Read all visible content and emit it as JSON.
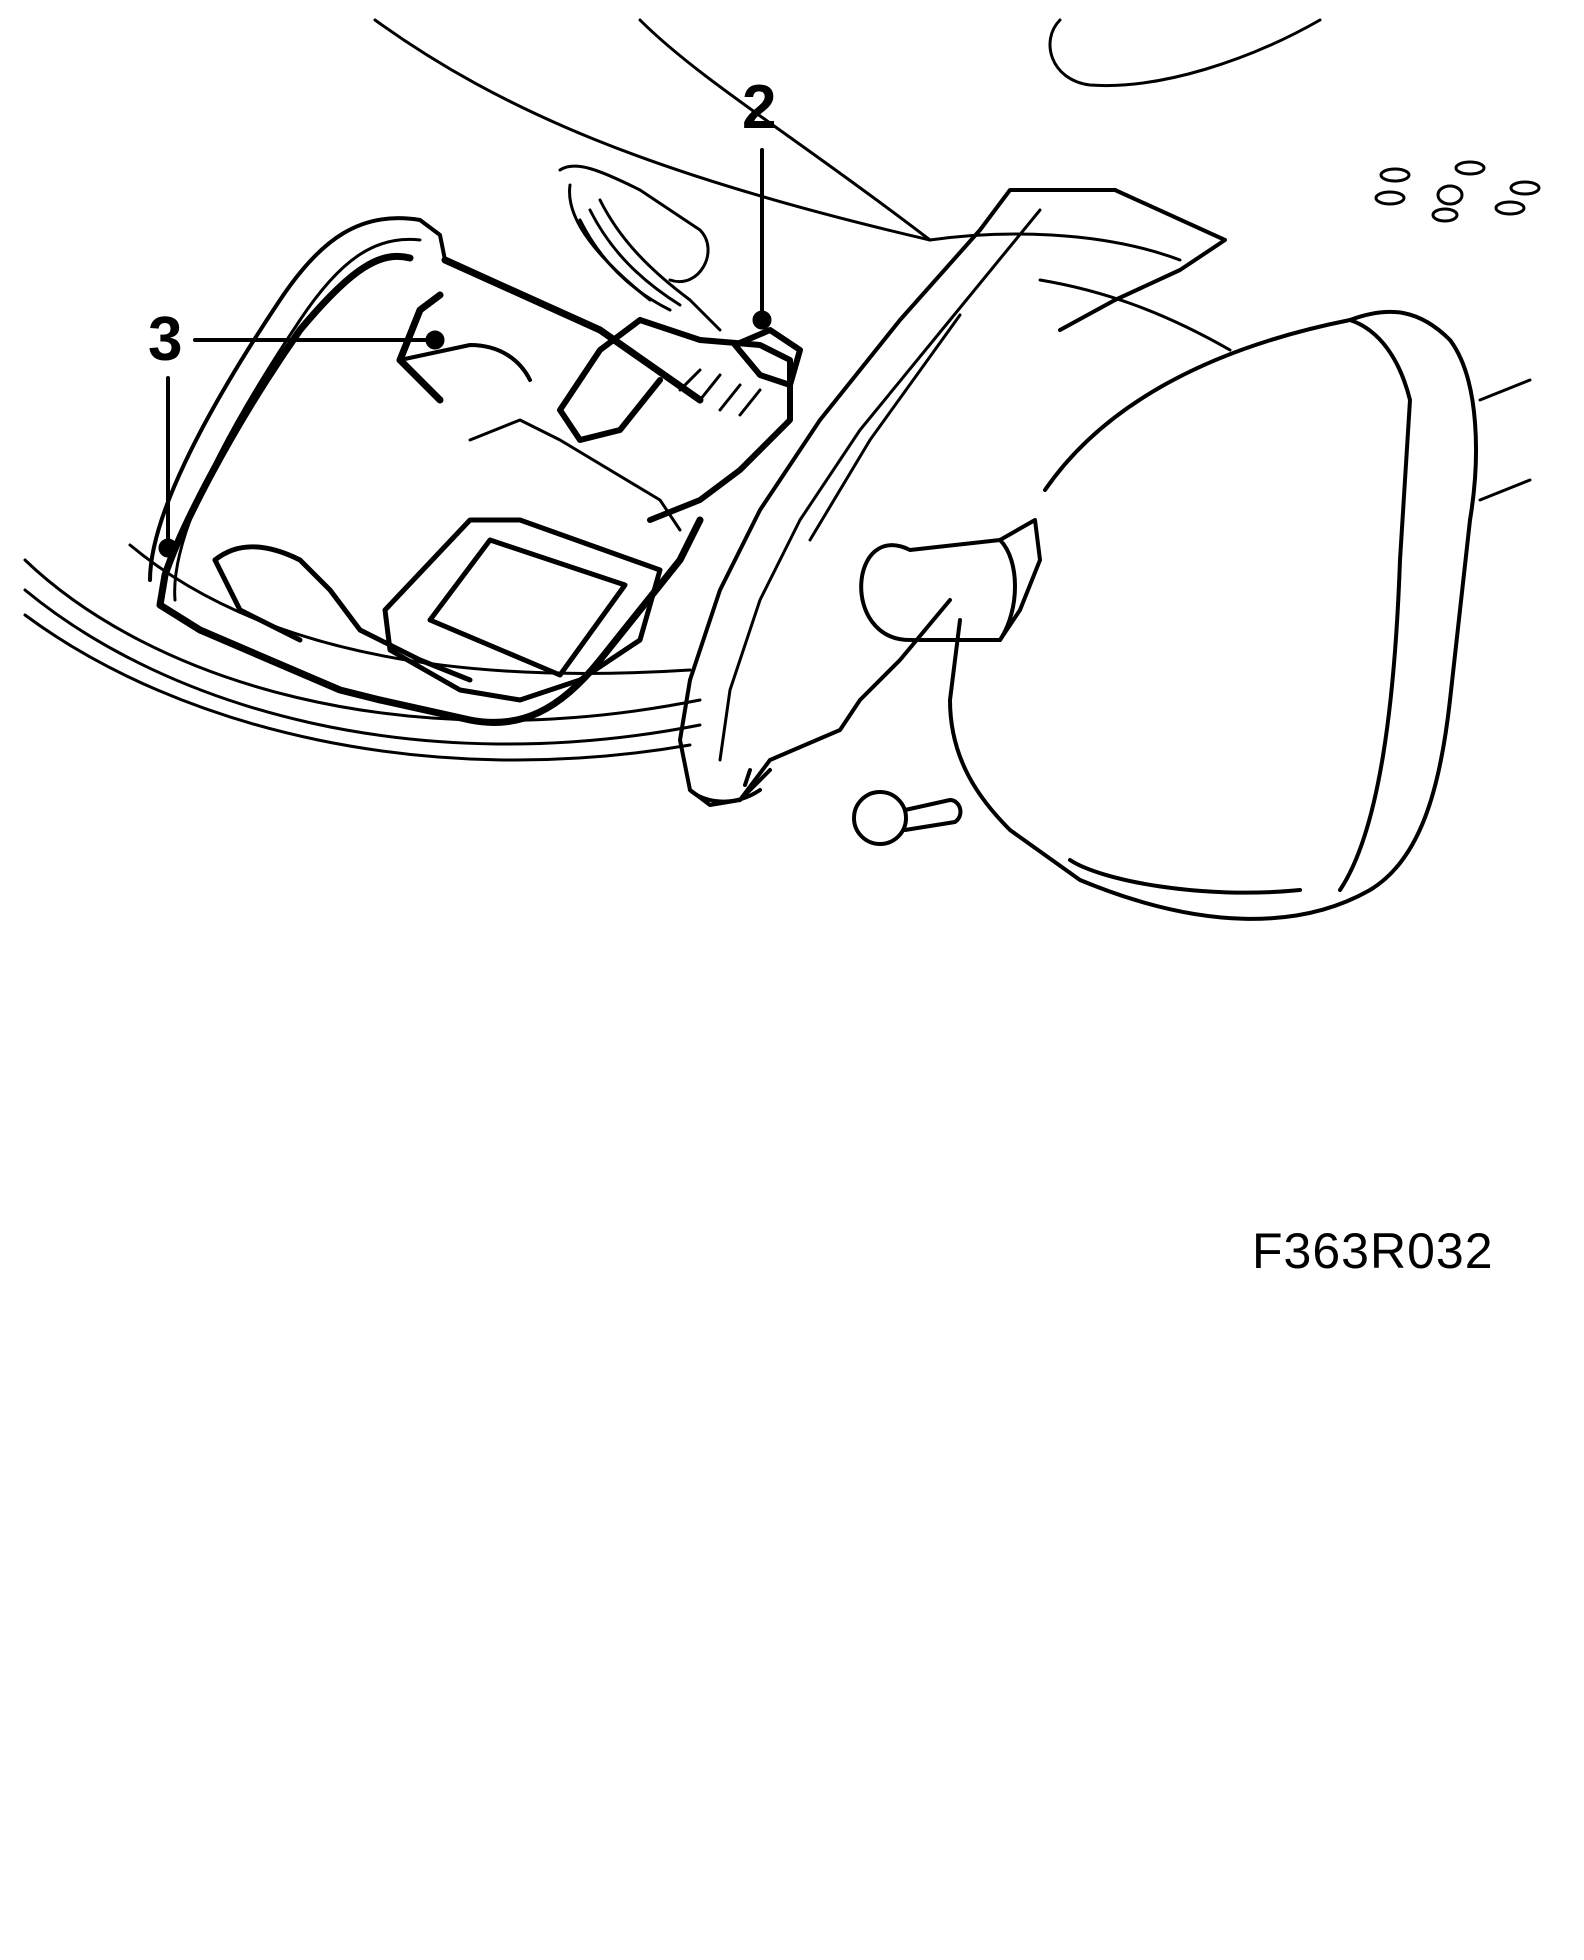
{
  "callouts": {
    "label_2": "2",
    "label_3": "3"
  },
  "figure_code": "F363R032",
  "colors": {
    "line": "#000000",
    "background": "#ffffff"
  }
}
